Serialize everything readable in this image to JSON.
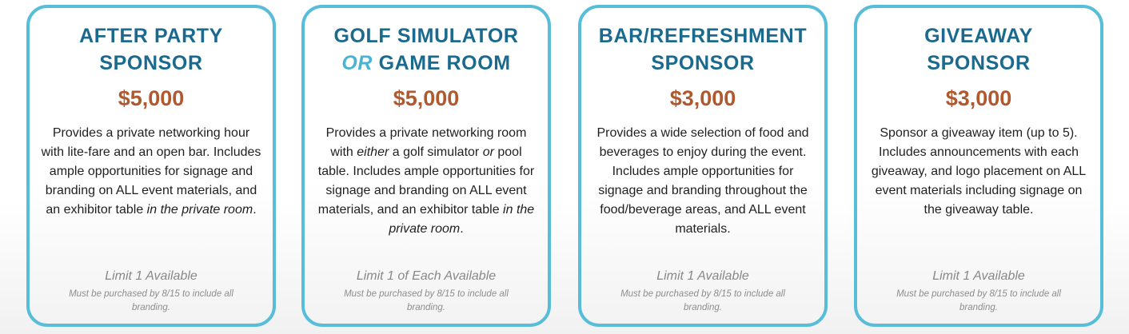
{
  "cards": [
    {
      "title_line1": "AFTER PARTY",
      "title_line2": "SPONSOR",
      "price": "$5,000",
      "desc": [
        {
          "text": "Provides a private networking hour with lite-fare and an open bar. Includes ample opportunities for signage and branding on ALL event materials, and an exhibitor table "
        },
        {
          "text": "in the private room",
          "italic": true
        },
        {
          "text": "."
        }
      ],
      "limit": "Limit 1 Available",
      "note": "Must be purchased by 8/15 to include all branding."
    },
    {
      "title_line1": "GOLF SIMULATOR",
      "title_line2_or": "OR",
      "title_line2_rest": "GAME ROOM",
      "price": "$5,000",
      "desc": [
        {
          "text": "Provides a private networking room with "
        },
        {
          "text": "either",
          "italic": true
        },
        {
          "text": " a golf simulator "
        },
        {
          "text": "or",
          "italic": true
        },
        {
          "text": " pool table. Includes ample opportunities for signage and branding on ALL event materials, and an exhibitor table "
        },
        {
          "text": "in the private room",
          "italic": true
        },
        {
          "text": "."
        }
      ],
      "limit": "Limit 1 of Each Available",
      "note": "Must be purchased by 8/15 to include all branding."
    },
    {
      "title_line1": "BAR/REFRESHMENT",
      "title_line2": "SPONSOR",
      "price": "$3,000",
      "desc": [
        {
          "text": "Provides a wide selection of food and beverages to enjoy during the event. Includes ample opportunities for signage and branding throughout the food/beverage areas, and ALL event materials."
        }
      ],
      "limit": "Limit 1 Available",
      "note": "Must be purchased by 8/15 to include all branding."
    },
    {
      "title_line1": "GIVEAWAY",
      "title_line2": "SPONSOR",
      "price": "$3,000",
      "desc": [
        {
          "text": "Sponsor a giveaway item (up to 5). Includes announcements with each giveaway, and logo placement on ALL event materials including signage on the giveaway table."
        }
      ],
      "limit": "Limit 1 Available",
      "note": "Must be purchased by 8/15 to include all branding."
    }
  ]
}
